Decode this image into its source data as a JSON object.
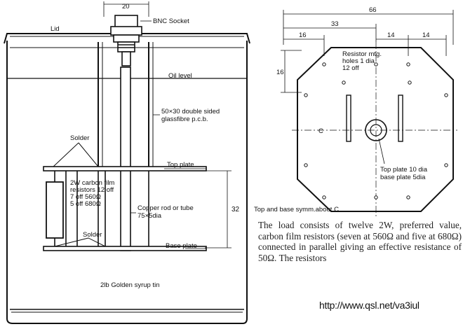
{
  "left_diagram": {
    "dim_top": "20",
    "bnc_label": "BNC Socket",
    "lid_label": "Lid",
    "oil_label": "Oil level",
    "pcb_label_1": "50×30 double sided",
    "pcb_label_2": "glassfibre p.c.b.",
    "solder_top_label": "Solder",
    "top_plate_label": "Top plate",
    "resistor_label_1": "2W carbon film",
    "resistor_label_2": "resistors 12 off",
    "resistor_label_3": "7 off 560Ω",
    "resistor_label_4": "5 off 680Ω",
    "rod_label_1": "Copper rod or tube",
    "rod_label_2": "75×5dia",
    "dim_32": "32",
    "solder_bottom_label": "Solder",
    "base_plate_label": "Base plate",
    "tin_label": "2lb Golden syrup tin"
  },
  "right_diagram": {
    "dim_66": "66",
    "dim_33": "33",
    "dim_16_h": "16",
    "dim_14_a": "14",
    "dim_14_b": "14",
    "dim_16_v": "16",
    "holes_label_1": "Resistor mtg.",
    "holes_label_2": "holes 1 dia",
    "holes_label_3": "12 off",
    "centerline_label": "C",
    "plate_label_1": "Top plate 10 dia",
    "plate_label_2": "base plate 5dia",
    "symm_label": "Top and base symm.about C"
  },
  "caption": "The load consists of twelve 2W, preferred value, carbon film resistors (seven at 560Ω and five at 680Ω) connected in parallel giving an effective resistance of 50Ω. The resistors",
  "url": "http://www.qsl.net/va3iul"
}
